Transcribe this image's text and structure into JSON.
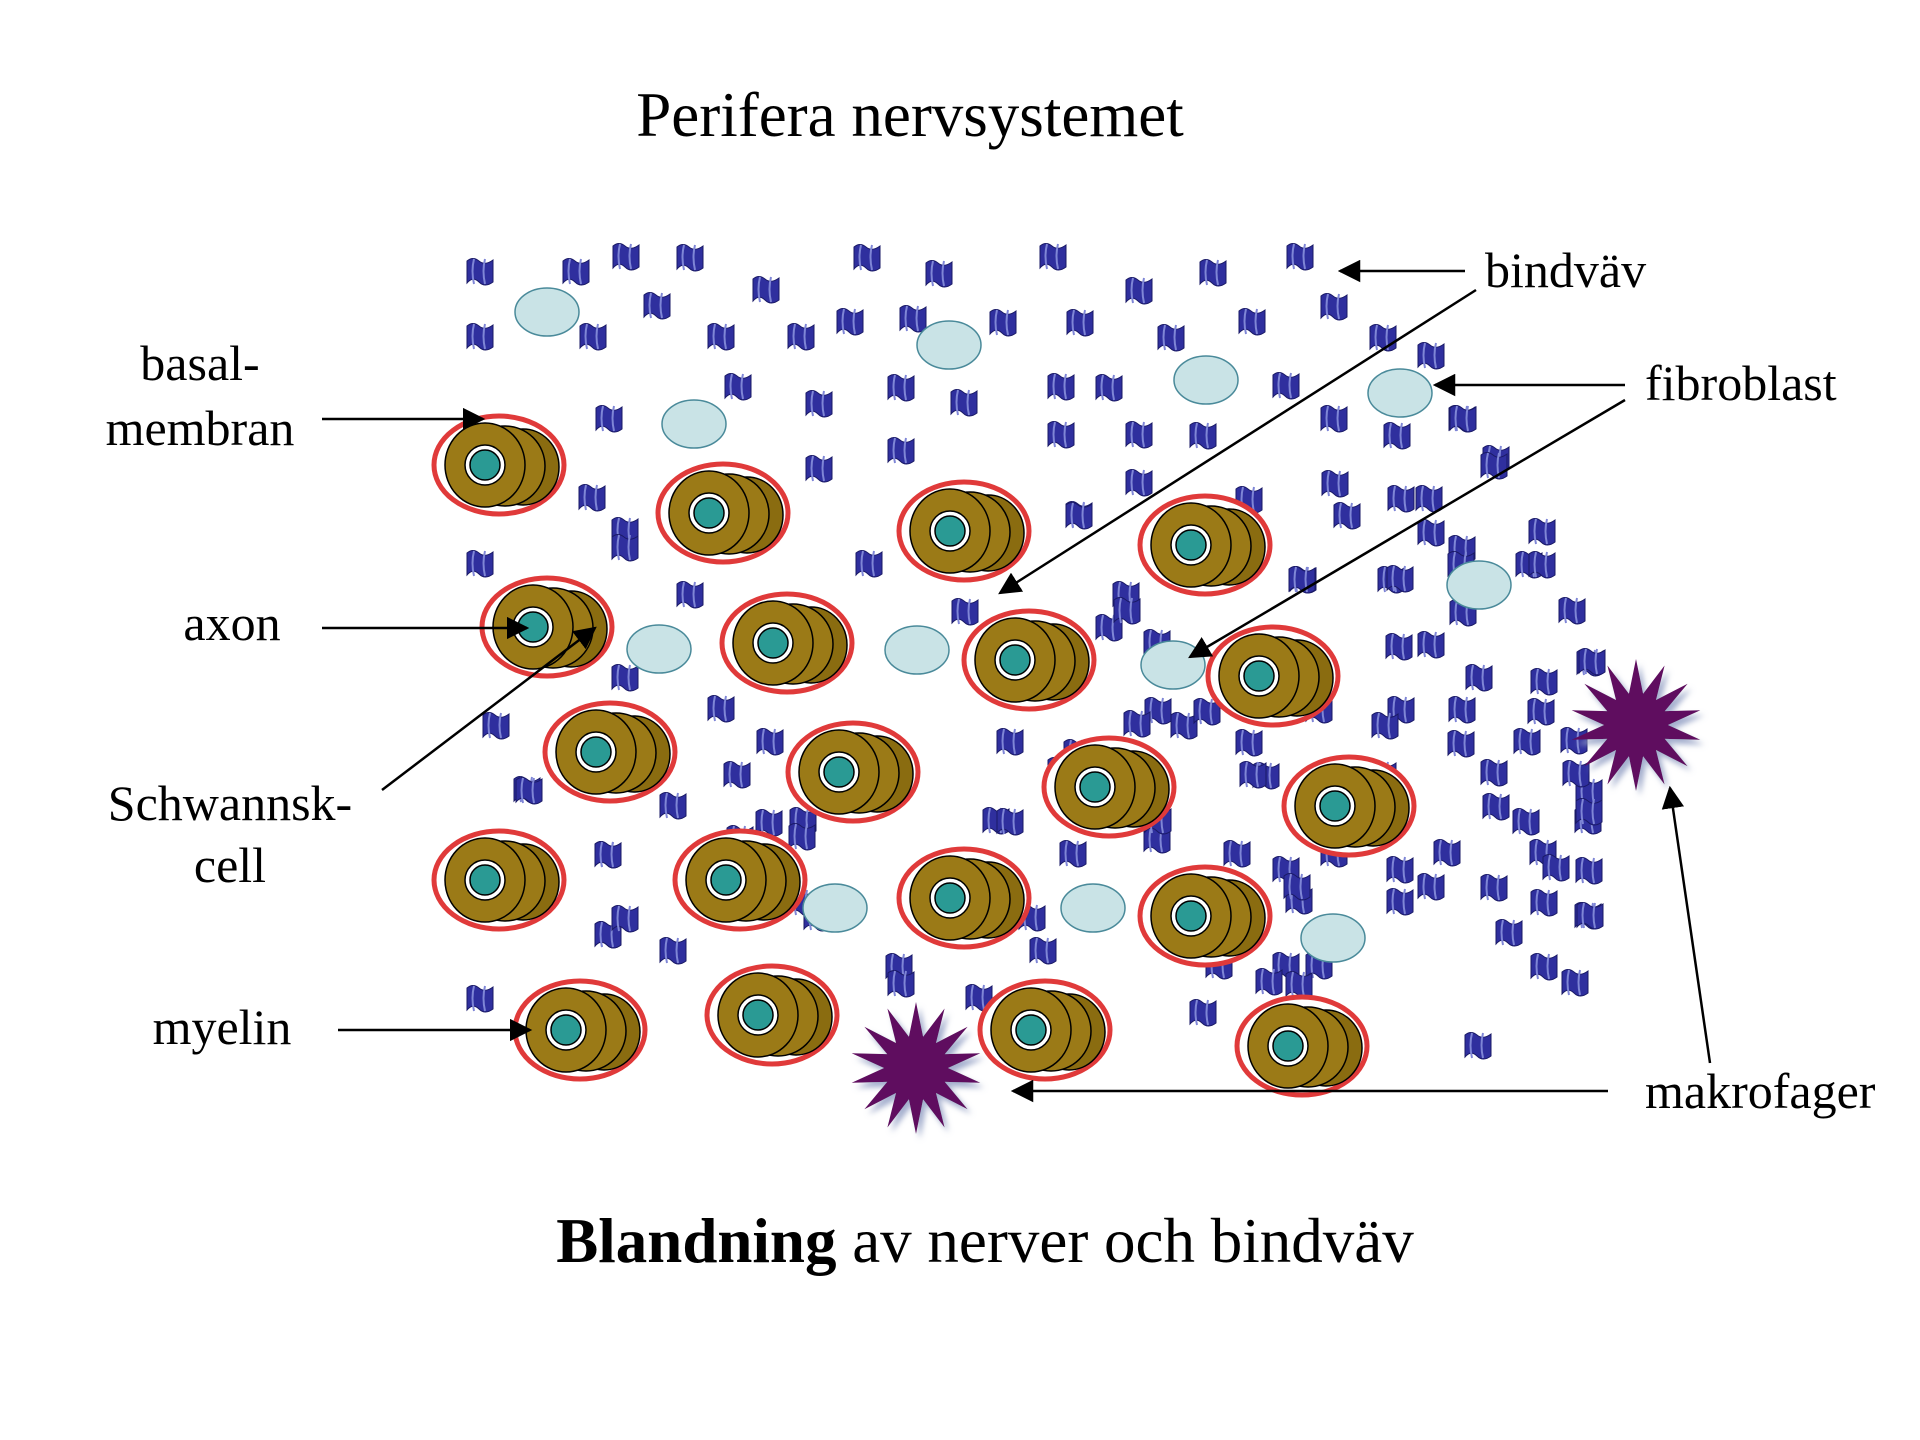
{
  "title": "Perifera nervsystemet",
  "caption": {
    "bold": "Blandning",
    "rest": " av nerver och bindväv"
  },
  "labels": {
    "basal_line1": "basal-",
    "basal_line2": "membran",
    "axon": "axon",
    "schwann_line1": "Schwannsk-",
    "schwann_line2": "cell",
    "myelin": "myelin",
    "bindvav": "bindväv",
    "fibroblast": "fibroblast",
    "makrofager": "makrofager"
  },
  "colors": {
    "myelin": "#9b7a17",
    "myelin_dark": "#8a6c10",
    "basal_membrane": "#e03a3a",
    "axon": "#2a9a94",
    "fibroblast": "#c9e3e6",
    "connective_tissue": "#2f2f9e",
    "macrophage": "#5e0a5e"
  },
  "icons": {
    "nerve_fiber": "nerve-fiber-icon",
    "collagen": "collagen-fiber-icon",
    "fibroblast": "fibroblast-icon",
    "macrophage": "macrophage-star-icon"
  }
}
